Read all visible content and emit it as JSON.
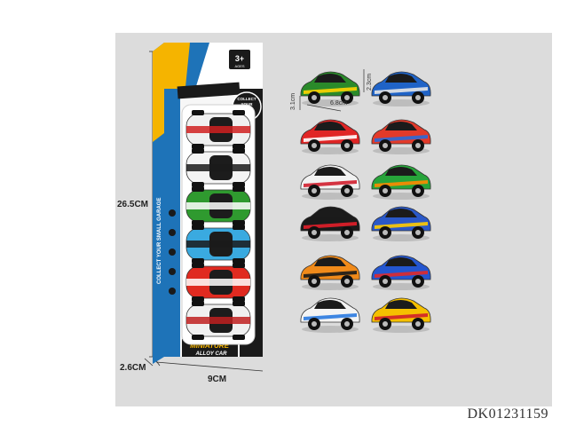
{
  "dimensions": {
    "height": "26.5CM",
    "width": "9CM",
    "depth": "2.6CM",
    "car_length": "6.8cm",
    "car_width": "3.1cm",
    "car_height": "2.3cm"
  },
  "product_code": "DK01231159",
  "package": {
    "age_badge": "3+",
    "age_sub": "AGES",
    "collect_badge": [
      "COLLECT",
      "YOUR",
      "SMALL",
      "GARAGE"
    ],
    "title_top": "MINIATURE",
    "title_bottom": "ALLOY CAR",
    "side_text": "COLLECT YOUR SMALL GARAGE"
  },
  "colors": {
    "panel": "#dcdcdc",
    "box_yellow": "#f5b400",
    "box_blue": "#1e73b8",
    "box_dark": "#1a1a1a"
  },
  "loose_cars": [
    {
      "body": "#2a8a2a",
      "accent": "#ffd400"
    },
    {
      "body": "#1f63c7",
      "accent": "#e6e6e6"
    },
    {
      "body": "#e02525",
      "accent": "#ffffff"
    },
    {
      "body": "#e23a2a",
      "accent": "#2a6ad8"
    },
    {
      "body": "#f2f2f2",
      "accent": "#d01f2f"
    },
    {
      "body": "#27a43a",
      "accent": "#ff8a00"
    },
    {
      "body": "#1a1a1a",
      "accent": "#e31f2a"
    },
    {
      "body": "#2a58c8",
      "accent": "#ffcc00"
    },
    {
      "body": "#f08a1a",
      "accent": "#1a1a1a"
    },
    {
      "body": "#2456d0",
      "accent": "#e02a2a"
    },
    {
      "body": "#f4f4f4",
      "accent": "#2a7ae0"
    },
    {
      "body": "#f5c000",
      "accent": "#d0202a"
    }
  ],
  "boxed_cars": [
    {
      "body": "#f0f0f0",
      "accent": "#d02020"
    },
    {
      "body": "#f4f4f4",
      "accent": "#1a1a1a"
    },
    {
      "body": "#2f9a2f",
      "accent": "#ffffff"
    },
    {
      "body": "#3aaae0",
      "accent": "#1a1a1a"
    },
    {
      "body": "#e02a20",
      "accent": "#ffffff"
    },
    {
      "body": "#f0f0f0",
      "accent": "#c02020"
    }
  ]
}
